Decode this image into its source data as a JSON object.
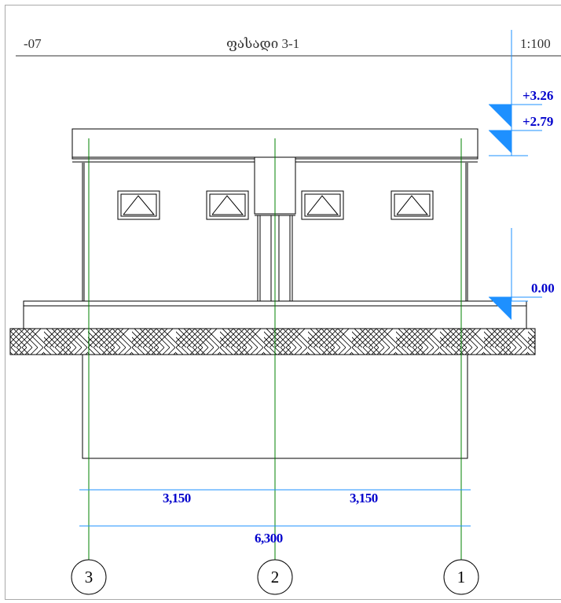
{
  "sheet": {
    "sheet_ref": "-07",
    "title": "ფასადი 3-1",
    "scale": "1:100"
  },
  "levels": [
    {
      "label": "+3.26"
    },
    {
      "label": "+2.79"
    },
    {
      "label": "0.00"
    }
  ],
  "dimensions": {
    "segments": [
      "3,150",
      "3,150"
    ],
    "total": "6,300"
  },
  "grid_axes": [
    "3",
    "2",
    "1"
  ],
  "colors": {
    "drawing_line": "#000000",
    "grid_line": "#008000",
    "dimension_line": "#1e90ff",
    "level_marker": "#1e90ff",
    "annotation_text": "#0000cc",
    "frame": "#aaaaaa"
  }
}
